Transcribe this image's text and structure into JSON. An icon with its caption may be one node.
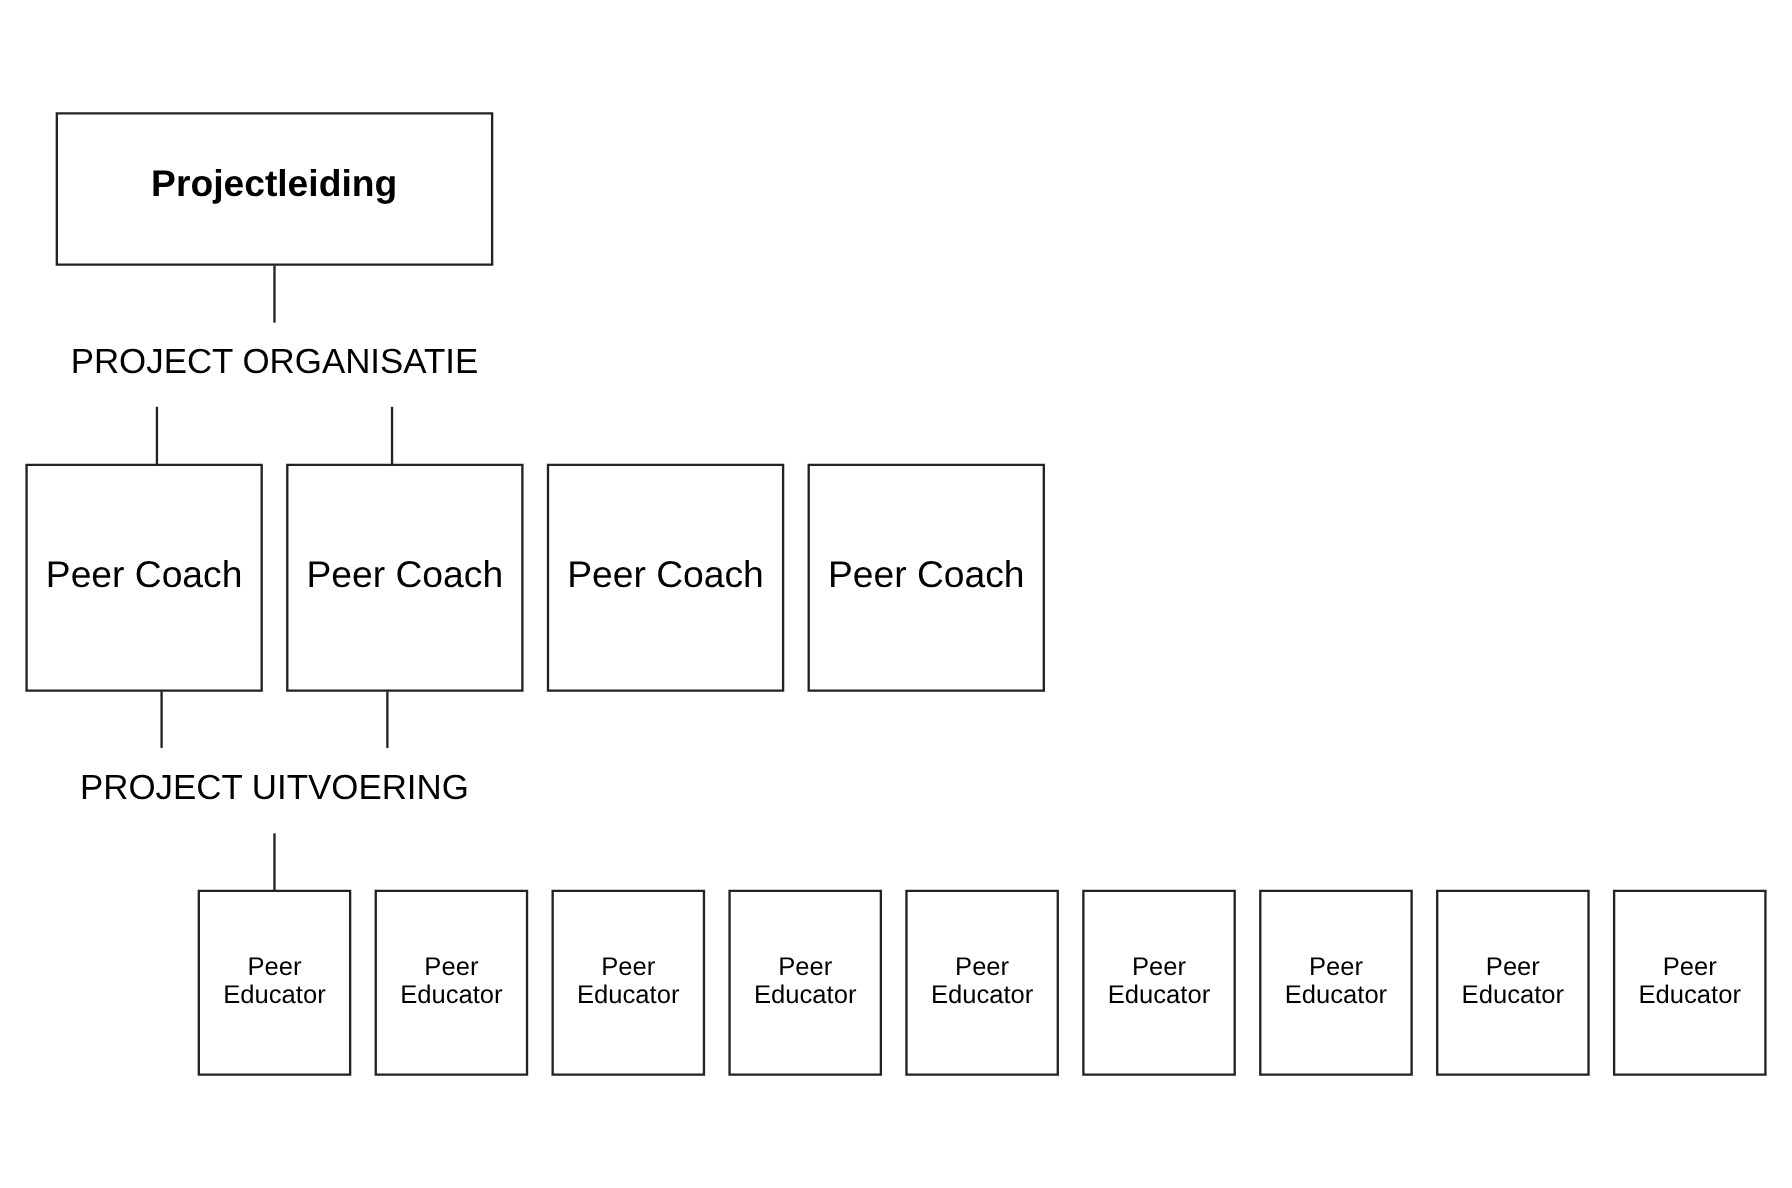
{
  "diagram": {
    "nodes": [
      {
        "text": [
          "Projectleiding"
        ]
      },
      {
        "text": [
          "PROJECT ORGANISATIE"
        ]
      },
      {
        "text": [
          "Peer Coach"
        ]
      },
      {
        "text": [
          "Peer Coach"
        ]
      },
      {
        "text": [
          "Peer Coach"
        ]
      },
      {
        "text": [
          "Peer Coach"
        ]
      },
      {
        "text": [
          "PROJECT UITVOERING"
        ]
      },
      {
        "text": [
          "Peer Educator"
        ]
      },
      {
        "text": [
          "Peer Educator"
        ]
      },
      {
        "text": [
          "Peer Educator"
        ]
      },
      {
        "text": [
          "Peer Educator"
        ]
      },
      {
        "text": [
          "Peer Educator"
        ]
      },
      {
        "text": [
          "Peer Educator"
        ]
      },
      {
        "text": [
          "Peer Educator"
        ]
      },
      {
        "text": [
          "Peer Educator"
        ]
      },
      {
        "text": [
          "Peer Educator"
        ]
      }
    ],
    "edges": [
      {
        "from": 0,
        "to": 1,
        "arrow": "none"
      },
      {
        "from": 1,
        "to": 2,
        "arrow": "none"
      },
      {
        "from": 1,
        "to": 5,
        "arrow": "none"
      },
      {
        "from": 2,
        "to": 6,
        "arrow": "none"
      },
      {
        "from": 5,
        "to": 6,
        "arrow": "none"
      },
      {
        "from": 6,
        "to": 11,
        "arrow": "none"
      }
    ]
  }
}
